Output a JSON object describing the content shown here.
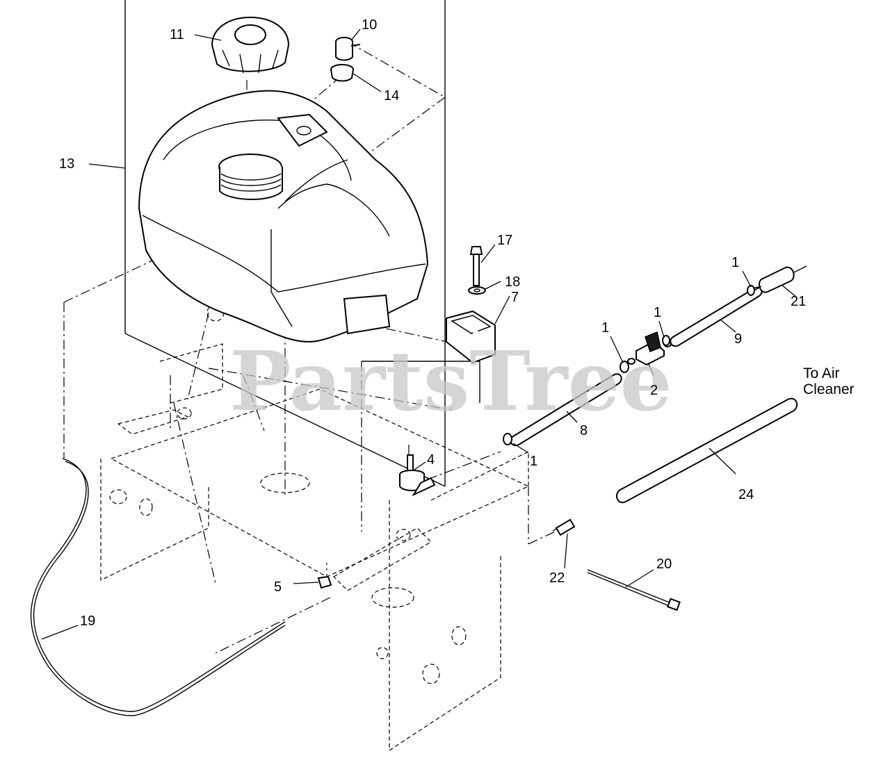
{
  "watermark": "PartsTree",
  "note": {
    "line1": "To Air",
    "line2": "Cleaner"
  },
  "callouts": {
    "c11": "11",
    "c10": "10",
    "c14": "14",
    "c13": "13",
    "c17": "17",
    "c18": "18",
    "c7": "7",
    "c1a": "1",
    "c1b": "1",
    "c1c": "1",
    "c1d": "1",
    "c21": "21",
    "c9": "9",
    "c2": "2",
    "c8": "8",
    "c4": "4",
    "c24": "24",
    "c22": "22",
    "c20": "20",
    "c5": "5",
    "c19": "19"
  }
}
